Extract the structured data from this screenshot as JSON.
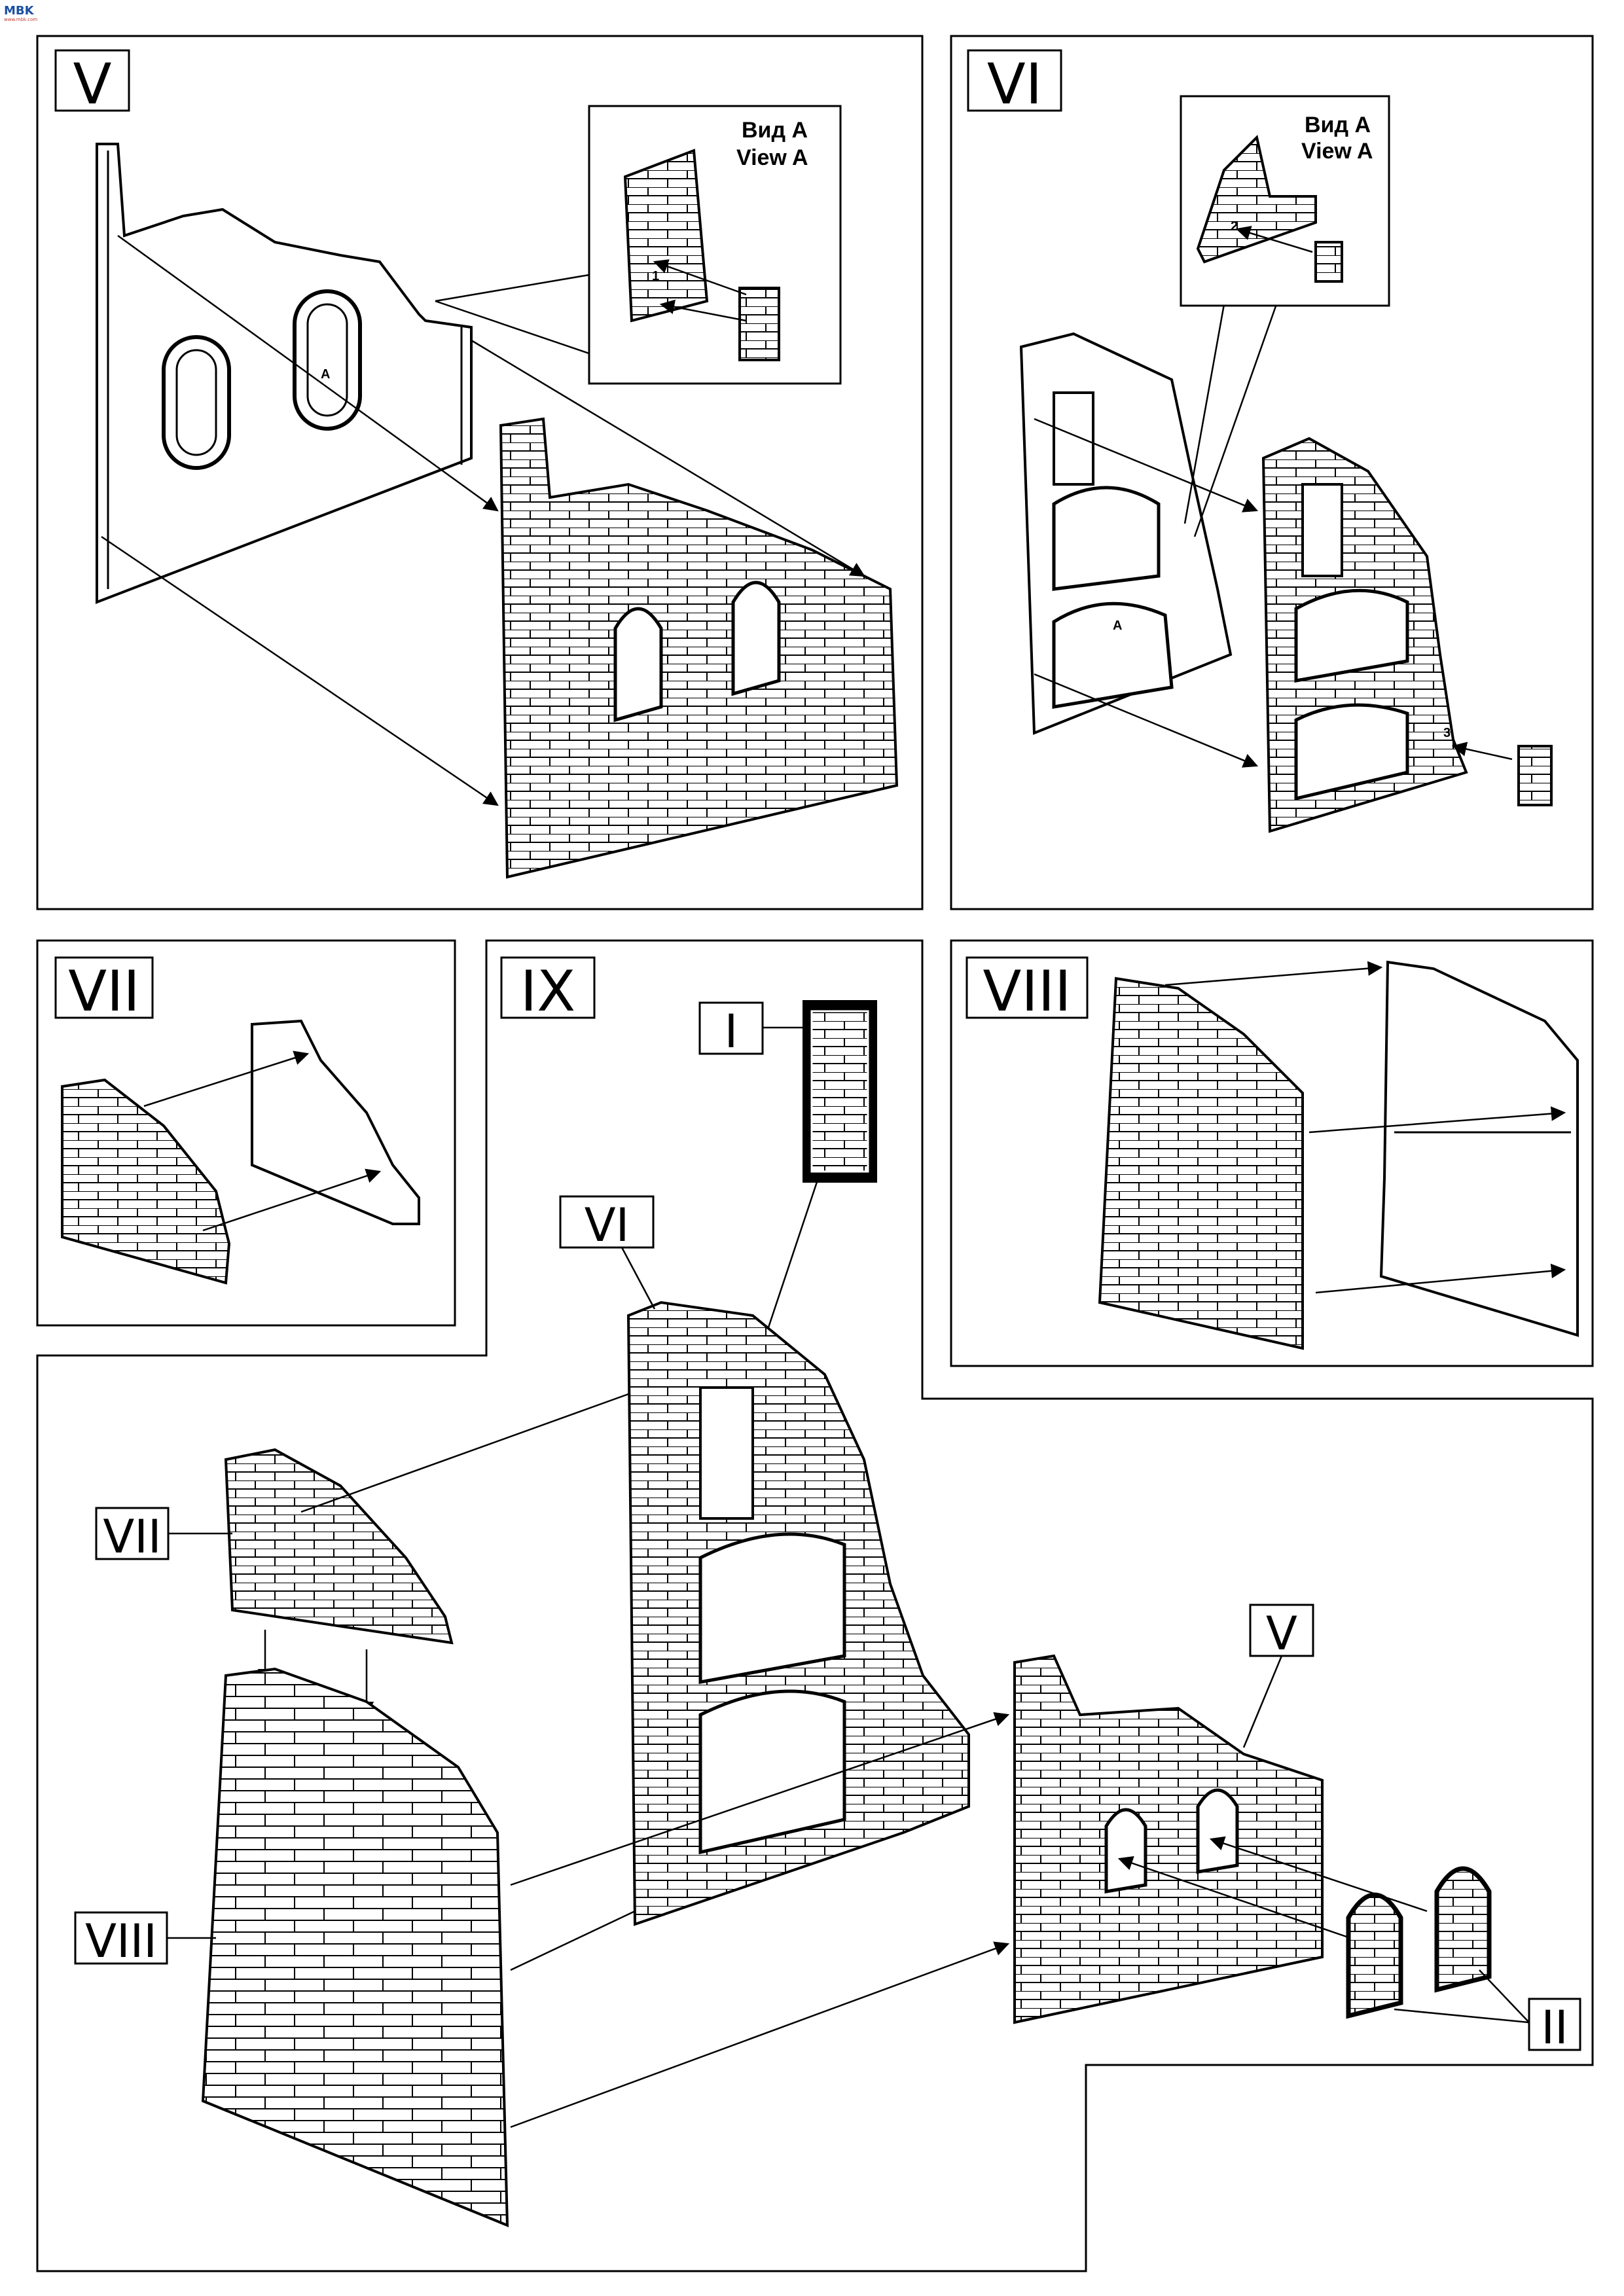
{
  "logo": {
    "text": "MBK",
    "sub": "www.mbk.com"
  },
  "panels": {
    "v": {
      "label": "V",
      "view_ru": "Вид А",
      "view_en": "View A",
      "callout_1": "1",
      "callout_a": "A"
    },
    "vi": {
      "label": "VI",
      "view_ru": "Вид А",
      "view_en": "View A",
      "callout_2": "2",
      "callout_3": "3",
      "callout_a": "A"
    },
    "vii": {
      "label": "VII"
    },
    "viii": {
      "label": "VIII"
    },
    "ix": {
      "label": "IX",
      "part_i": "I",
      "part_vi": "VI",
      "part_vii": "VII",
      "part_v": "V",
      "part_viii": "VIII",
      "part_ii": "II"
    }
  },
  "colors": {
    "line": "#000000",
    "background": "#ffffff",
    "logo": "#1a4fa0"
  }
}
